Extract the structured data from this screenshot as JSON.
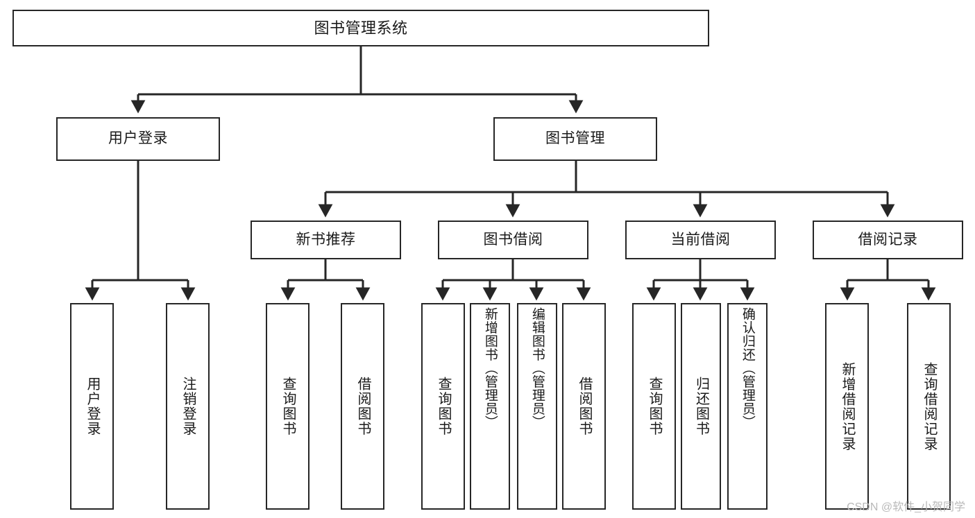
{
  "diagram": {
    "type": "tree-hierarchy-flowchart",
    "title": "图书管理系统",
    "line_color": "#262626",
    "box_fill": "#ffffff",
    "text_color": "#1a1a1a",
    "watermark": "CSDN @软件_小贺同学"
  },
  "nodes": {
    "root": {
      "label": "图书管理系统"
    },
    "level2": [
      {
        "id": "user-login",
        "label": "用户登录"
      },
      {
        "id": "book-manage",
        "label": "图书管理"
      }
    ],
    "level3": [
      {
        "id": "new-book-rec",
        "label": "新书推荐"
      },
      {
        "id": "book-borrow",
        "label": "图书借阅"
      },
      {
        "id": "current-borrow",
        "label": "当前借阅"
      },
      {
        "id": "borrow-record",
        "label": "借阅记录"
      }
    ],
    "leaves": {
      "user_login": [
        {
          "id": "leaf-user-login",
          "label": "用户登录"
        },
        {
          "id": "leaf-logout",
          "label": "注销登录"
        }
      ],
      "new_book_rec": [
        {
          "id": "leaf-query-book-1",
          "label": "查询图书"
        },
        {
          "id": "leaf-borrow-book-1",
          "label": "借阅图书"
        }
      ],
      "book_borrow": [
        {
          "id": "leaf-query-book-2",
          "label": "查询图书"
        },
        {
          "id": "leaf-add-book",
          "label": "新增图书（管理员）"
        },
        {
          "id": "leaf-edit-book",
          "label": "编辑图书（管理员）"
        },
        {
          "id": "leaf-borrow-book-2",
          "label": "借阅图书"
        }
      ],
      "current_borrow": [
        {
          "id": "leaf-query-book-3",
          "label": "查询图书"
        },
        {
          "id": "leaf-return-book",
          "label": "归还图书"
        },
        {
          "id": "leaf-confirm-return",
          "label": "确认归还（管理员）"
        }
      ],
      "borrow_record": [
        {
          "id": "leaf-add-record",
          "label": "新增借阅记录"
        },
        {
          "id": "leaf-query-record",
          "label": "查询借阅记录"
        }
      ]
    }
  }
}
